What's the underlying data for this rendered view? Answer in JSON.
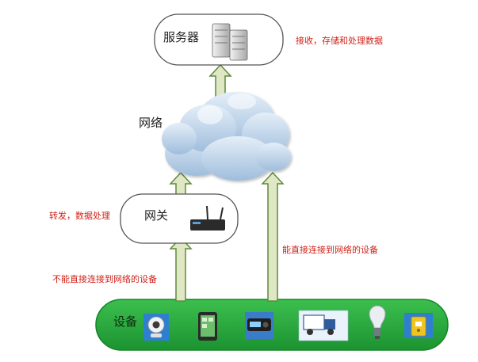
{
  "server": {
    "title": "服务器",
    "note": "接收，存储和处理数据"
  },
  "cloud": {
    "title": "网络"
  },
  "gateway": {
    "title": "网关",
    "note": "转发，数据处理"
  },
  "notes": {
    "left_arrow": "不能直接连接到网络的设备",
    "right_arrow": "能直接连接到网络的设备"
  },
  "devices": {
    "title": "设备",
    "icons": [
      "webcam-icon",
      "tablet-icon",
      "clock-radio-icon",
      "truck-icon",
      "light-bulb-icon",
      "door-lock-icon"
    ]
  },
  "colors": {
    "arrow_fill": "#dfe7c5",
    "arrow_stroke": "#5f8a3c",
    "device_bar": "#22a33a",
    "cloud_fill": "#bcd3ea",
    "note_text": "#d0231a"
  }
}
